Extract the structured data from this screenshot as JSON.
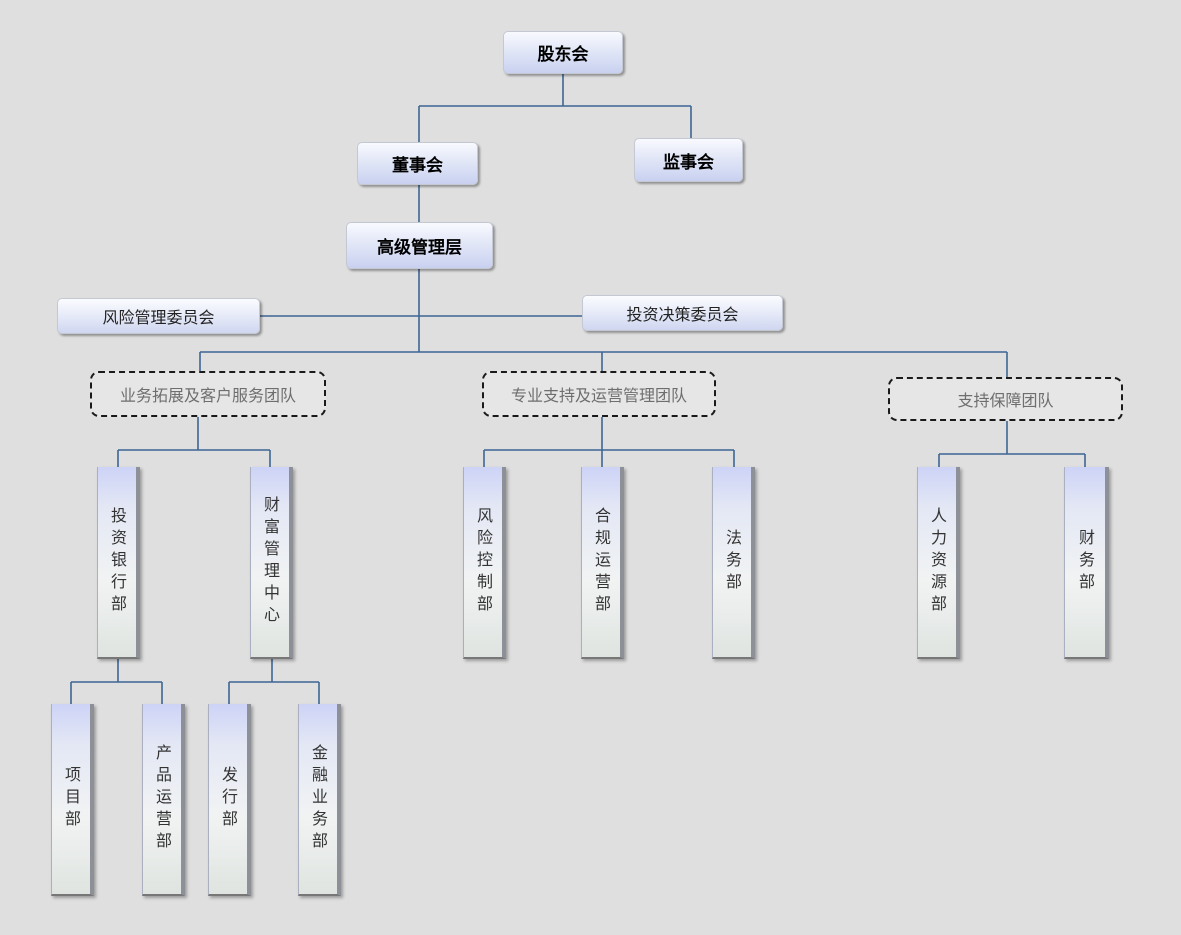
{
  "top": {
    "shareholders": "股东会",
    "board": "董事会",
    "supervisors": "监事会",
    "management": "高级管理层"
  },
  "committees": {
    "risk": "风险管理委员会",
    "investment": "投资决策委员会"
  },
  "teams": {
    "business": "业务拓展及客户服务团队",
    "operations": "专业支持及运营管理团队",
    "support": "支持保障团队"
  },
  "departments": {
    "ibd": "投资银行部",
    "wealth": "财富管理中心",
    "risk_control": "风险控制部",
    "compliance": "合规运营部",
    "legal": "法务部",
    "hr": "人力资源部",
    "finance": "财务部"
  },
  "subdepartments": {
    "project": "项目部",
    "product": "产品运营部",
    "issuance": "发行部",
    "financial_business": "金融业务部"
  },
  "colors": {
    "background": "#dfdfdf",
    "connector": "#3d6593"
  }
}
